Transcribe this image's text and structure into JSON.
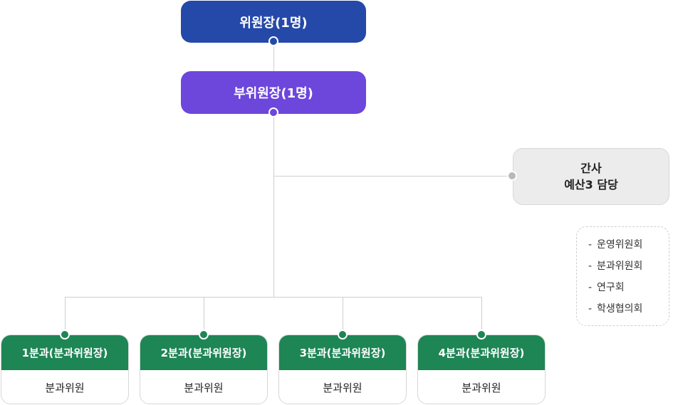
{
  "colors": {
    "chair": "#2549a8",
    "vice": "#6d46dc",
    "secretary_bg": "#ececec",
    "division": "#1e8555",
    "connector": "#cfcfcf"
  },
  "chair": {
    "label": "위원장(1명)"
  },
  "vice_chair": {
    "label": "부위원장(1명)"
  },
  "secretary": {
    "line1": "간사",
    "line2": "예산3 담당"
  },
  "committees": {
    "bullet": "-",
    "items": [
      "운영위원회",
      "분과위원회",
      "연구회",
      "학생협의회"
    ]
  },
  "divisions": [
    {
      "head": "1분과(분과위원장)",
      "member": "분과위원"
    },
    {
      "head": "2분과(분과위원장)",
      "member": "분과위원"
    },
    {
      "head": "3분과(분과위원장)",
      "member": "분과위원"
    },
    {
      "head": "4분과(분과위원장)",
      "member": "분과위원"
    }
  ]
}
